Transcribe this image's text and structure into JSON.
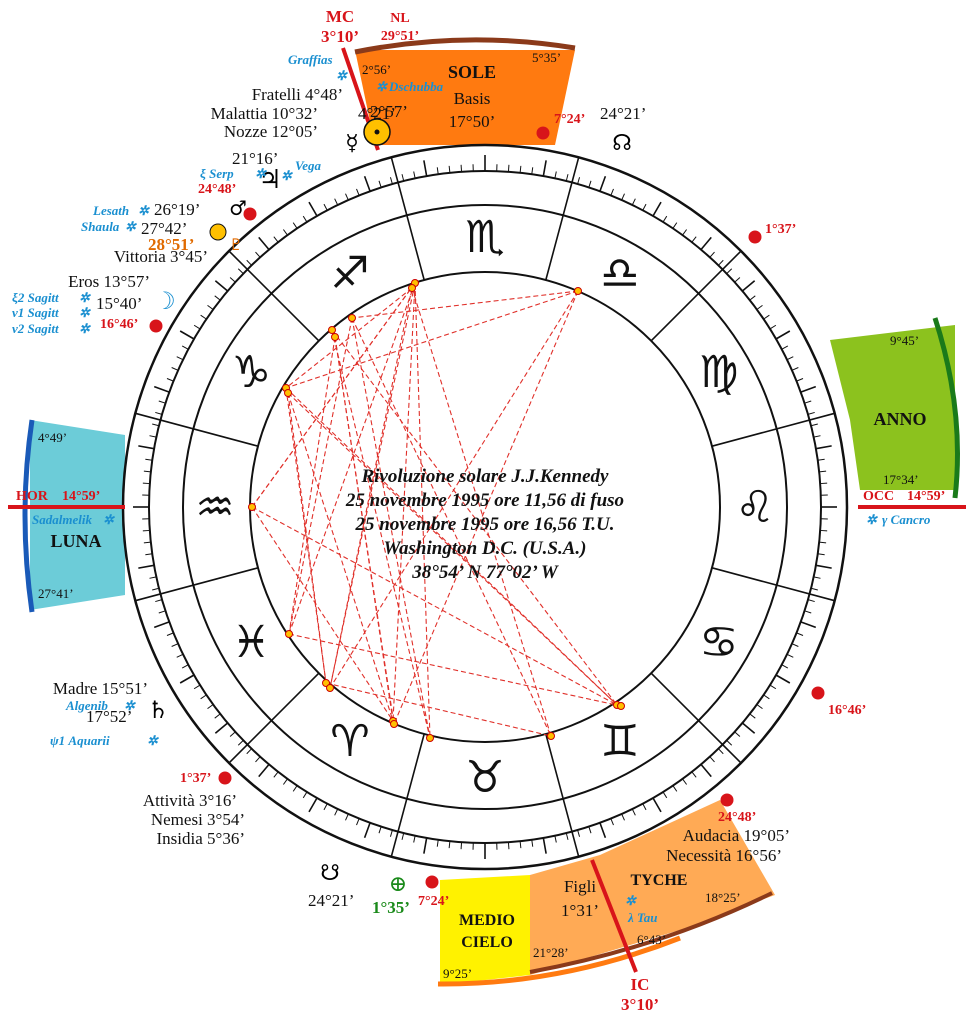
{
  "center_text": [
    "Rivoluzione solare J.J.Kennedy",
    "25 novembre 1995 ore 11,56 di fuso",
    "25 novembre 1995 ore 16,56 T.U.",
    "Washington D.C. (U.S.A.)",
    "38°54’ N    77°02’ W"
  ],
  "signs": [
    "♏",
    "♎",
    "♍",
    "♌",
    "♋",
    "♊",
    "♉",
    "♈",
    "♓",
    "♒",
    "♑",
    "♐"
  ],
  "axes": {
    "mc_label": "MC",
    "mc_value": "3°10’",
    "nl_label": "NL",
    "nl_value": "29°51’",
    "hor_label": "HOR",
    "hor_value": "14°59’",
    "occ_label": "OCC",
    "occ_value": "14°59’",
    "ic_label": "IC",
    "ic_value": "3°10’"
  },
  "sectors": {
    "sole": {
      "title": "SOLE",
      "sub": "Basis",
      "deg": "17°50’",
      "start": "2°56’",
      "end": "5°35’",
      "color": "#ff7a10"
    },
    "anno": {
      "title": "ANNO",
      "start": "9°45’",
      "end": "17°34’",
      "color": "#8cc21e"
    },
    "luna": {
      "title": "LUNA",
      "start": "4°49’",
      "end": "27°41’",
      "color": "#6cccd8"
    },
    "medio_cielo": {
      "title1": "MEDIO",
      "title2": "CIELO",
      "start": "9°25’",
      "end": "21°28’",
      "color": "#fff200"
    },
    "tyche": {
      "title": "TYCHE",
      "start": "18°25’",
      "end": "6°43’",
      "color": "#ffaa55"
    }
  },
  "parts": {
    "fratelli": "Fratelli 4°48’",
    "malattia": "Malattia 10°32’",
    "nozze": "Nozze 12°05’",
    "vittoria": "Vittoria 3°45’",
    "eros": "Eros 13°57’",
    "madre": "Madre 15°51’",
    "attivita": "Attività 3°16’",
    "nemesi": "Nemesi 3°54’",
    "insidia": "Insidia 5°36’",
    "audacia": "Audacia 19°05’",
    "necessita": "Necessità 16°56’",
    "figli": "Figli",
    "figli_deg": "1°31’"
  },
  "planets": {
    "mercury_deg": "4°21’",
    "sun_deg": "2°57’",
    "jupiter_deg": "21°16’",
    "mars_deg": "26°19’",
    "venus_deg": "27°42’",
    "pluto_deg": "28°51’",
    "moon_deg": "15°40’",
    "saturn_deg": "17°52’",
    "north_node_deg": "24°21’",
    "south_node_deg": "24°21’",
    "fortune_deg": "1°35’"
  },
  "red_points": {
    "p1": "7°24’",
    "p2": "1°37’",
    "p3": "24°48’",
    "p4": "16°46’",
    "p5": "16°46’",
    "p6": "1°37’",
    "p7": "24°48’",
    "p8": "7°24’"
  },
  "stars": {
    "graffias": "Graffias",
    "dschubba": "Dschubba",
    "serp": "ξ Serp",
    "vega": "Vega",
    "lesath": "Lesath",
    "shaula": "Shaula",
    "xi2": "ξ2 Sagitt",
    "nu1": "ν1 Sagitt",
    "nu2": "ν2 Sagitt",
    "sadalmelik": "Sadalmelik",
    "cancro": "γ Cancro",
    "algenib": "Algenib",
    "psi1": "ψ1 Aquarii",
    "tau": "λ Tau"
  },
  "colors": {
    "red": "#d8141a",
    "blue": "#1a8fd0",
    "green": "#1a8a1a",
    "orange": "#e06a00",
    "aspect": "#e0302a",
    "point": "#ffc000"
  }
}
